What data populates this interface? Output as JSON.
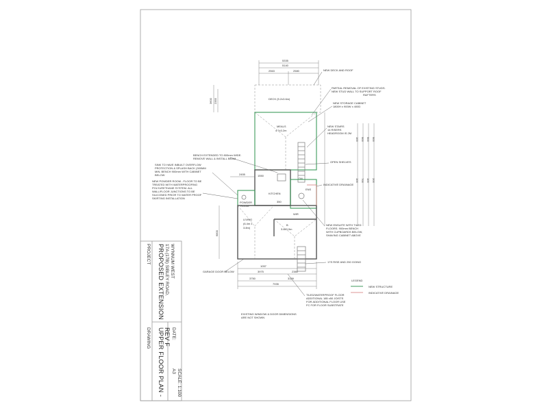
{
  "title_block": {
    "project_label": "PROJECT",
    "project_name": "PROPOSED EXTENSION",
    "address_line1": "17A (17B) SIBLEY ROAD,",
    "address_line2": "WYNNUM WEST",
    "drawing_label": "DRAWING",
    "drawing_name_line1": "UPPER FLOOR PLAN -",
    "drawing_name_line2": "REV F",
    "sheet_size": "A3",
    "date_label": "DATE:",
    "scale": "SCALE: 1:100"
  },
  "plan": {
    "rooms": {
      "deck": "DECK (5.2x3.6m)",
      "meals": "MEALS",
      "meals_size": "4.7x3.2m",
      "kitchen": "KITCHEN",
      "living": "LIVING",
      "living_size": "(6.4m x",
      "living_size2": "3.8m)",
      "bed": "B",
      "bed_size": "3.8x3.9m",
      "powder": "POWDER",
      "powder_size": "ROOM",
      "wir": "WIR",
      "ens": "ENS",
      "dn": "DN"
    },
    "dimensions": {
      "top_overall": "5335",
      "top_inner": "5140",
      "top_left": "2563",
      "top_right": "2580",
      "deck_height": "3600",
      "deck_height2": "2355",
      "left_side": "6800",
      "mid1": "2455",
      "mid2": "1550",
      "mid3": "350",
      "bottom_a": "3975",
      "bottom_b": "3750",
      "bottom_c": "2380",
      "bottom_d": "3189",
      "bottom_e": "1057",
      "bottom_overall": "7935",
      "right_cols": [
        "100",
        "900",
        "900",
        "900",
        "100",
        "700",
        "100",
        "200"
      ]
    },
    "notes": {
      "new_deck": "NEW DECK AND ROOF",
      "partial_removal_1": "PARTIAL REMOVAL OF EXISTING STUDS.",
      "partial_removal_2": "NEW STUD WALL TO SUPPORT ROOF",
      "partial_removal_3": "RAFTERS",
      "storage_1": "NEW STORAGE CABINET",
      "storage_2": "1800H x 900W x 400D",
      "stairs_1": "NEW STAIRS",
      "stairs_2": "14 RISERS",
      "stairs_3": "HEADROOM IS 2M",
      "open_shelves": "OPEN SHELVES",
      "indicative_drainage": "INDICATIVE DRAINAGE",
      "bench_1": "BENCH EXTENDED TO 800mm WIDE.",
      "bench_2": "REMOVE WALL & INSTALL BEAM",
      "sink_1": "SINK TO HAVE INBUILT OVERFLOW",
      "sink_2": "PROTECTION & SPLASH BACK (300MM",
      "sink_3": "MIN. BENCH 900mm WITH CABINET",
      "sink_4": "BELOW",
      "powder_1": "NEW POWDER ROOM - FLOOR TO BE",
      "powder_2": "TREATED WITH WATERPROOFING",
      "powder_3": "POLYURETHANE SYSTEM. ALL",
      "powder_4": "WALL/FLOOR JUNCTIONS TO BE",
      "powder_5": "SILICONED PRIOR TO WATER PROOF",
      "powder_6": "SKIRTING INSTALLATION",
      "ensuite_1": "NEW ENSUITE WITH TILED",
      "ensuite_2": "FLOORS. 900mm BENCH",
      "ensuite_3": "WITH CUPBOARDS BELOW,",
      "ensuite_4": "SHAVING CABINET ABOVE",
      "stairs_rise": "17S RISE AND 250 GOING",
      "garage_door": "GARAGE DOOR BELOW",
      "tiles_1": "TILED/WATERPROOF FLOOR",
      "tiles_2": "ADDITIONAL 185 x50 JOISTS",
      "tiles_3": "FOR ADDITIONAL FLOOR USE",
      "tiles_4": "FC FOR FLOOR SUBSTRATE",
      "existing_1": "EXISTING WINDOW & DOOR DIMENSIONS",
      "existing_2": "ARE NOT SHOWN"
    },
    "legend": {
      "title": "LEGEND",
      "new_structure": "NEW STRUCTURE",
      "indicative_drainage": "INDICATIVE DRAINAGE"
    }
  },
  "colors": {
    "new_structure": "#3d9a5b",
    "drainage": "#d07070",
    "walls": "#555555"
  }
}
